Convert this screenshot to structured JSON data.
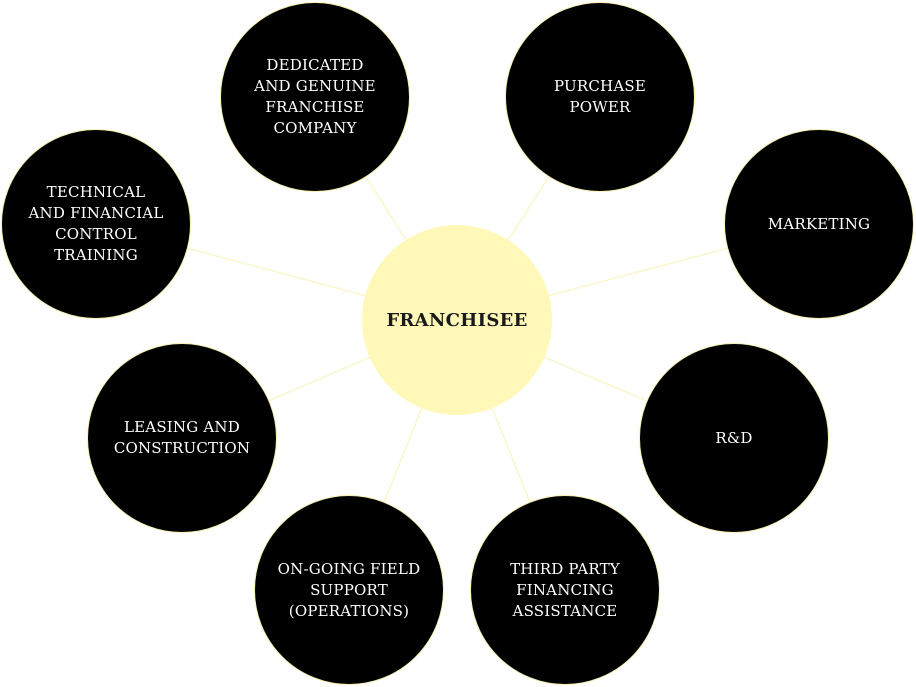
{
  "diagram": {
    "center": {
      "label": "FRANCHISEE"
    },
    "nodes": [
      {
        "key": "dedicated",
        "label": "DEDICATED\nAND GENUINE\nFRANCHISE\nCOMPANY"
      },
      {
        "key": "purchase",
        "label": "PURCHASE\nPOWER"
      },
      {
        "key": "marketing",
        "label": "MARKETING"
      },
      {
        "key": "rnd",
        "label": "R&D"
      },
      {
        "key": "third-party",
        "label": "THIRD PARTY\nFINANCING\nASSISTANCE"
      },
      {
        "key": "field-support",
        "label": "ON-GOING FIELD\nSUPPORT\n(OPERATIONS)"
      },
      {
        "key": "leasing",
        "label": "LEASING AND\nCONSTRUCTION"
      },
      {
        "key": "technical",
        "label": "TECHNICAL\nAND FINANCIAL\nCONTROL\nTRAINING"
      }
    ],
    "colors": {
      "center_fill": "#fff8b8",
      "node_fill": "#000000",
      "node_text": "#ffffff",
      "connector": "#fbf6cc"
    }
  }
}
